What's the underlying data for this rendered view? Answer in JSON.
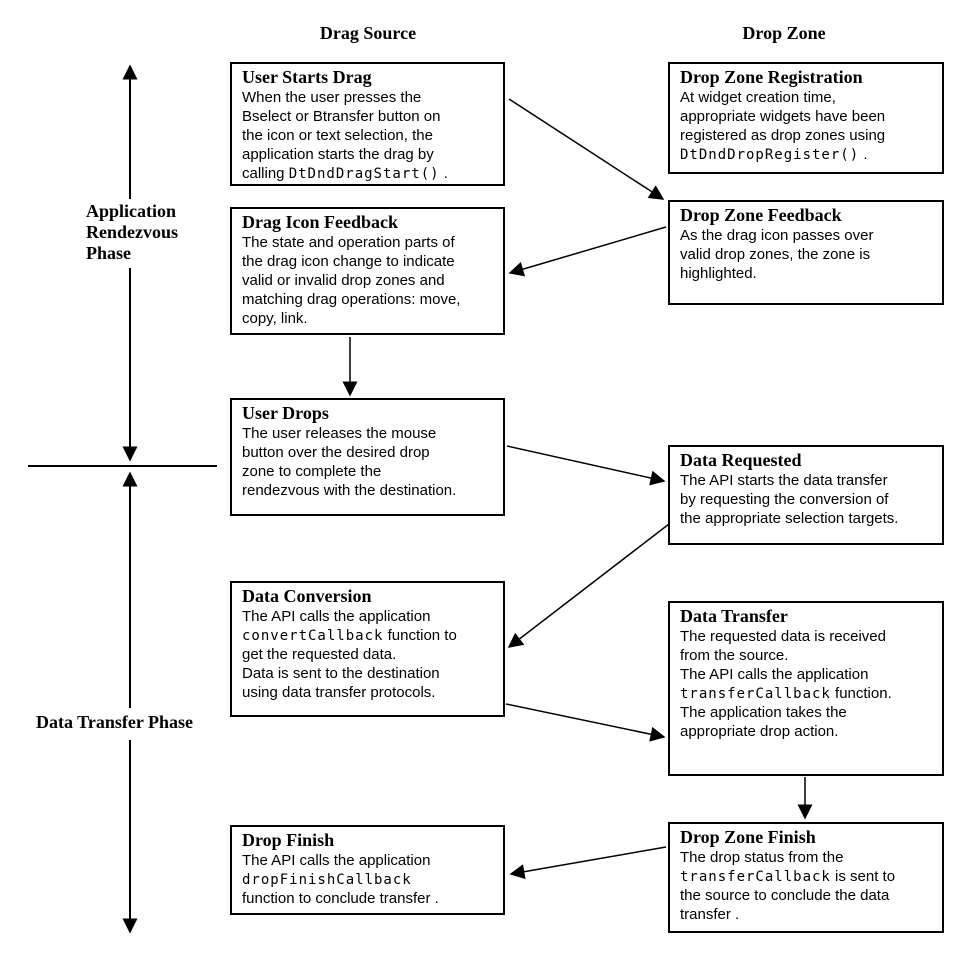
{
  "headers": {
    "left": "Drag Source",
    "right": "Drop Zone"
  },
  "phases": {
    "rendezvous": {
      "line1": "Application",
      "line2": "Rendezvous",
      "line3": "Phase"
    },
    "transfer": {
      "line1": "Data Transfer Phase"
    }
  },
  "colors": {
    "ink": "#000000",
    "background": "#ffffff"
  },
  "boxes": [
    {
      "id": "user-starts-drag",
      "title": "User Starts Drag",
      "body": [
        [
          {
            "t": "text",
            "v": "When the user presses the"
          }
        ],
        [
          {
            "t": "text",
            "v": "Bselect or Btransfer button on"
          }
        ],
        [
          {
            "t": "text",
            "v": "the icon or text selection, the"
          }
        ],
        [
          {
            "t": "text",
            "v": "application starts the drag by"
          }
        ],
        [
          {
            "t": "text",
            "v": "calling "
          },
          {
            "t": "code",
            "v": "DtDndDragStart()"
          },
          {
            "t": "text",
            "v": " ."
          }
        ]
      ]
    },
    {
      "id": "drop-zone-registration",
      "title": "Drop Zone Registration",
      "body": [
        [
          {
            "t": "text",
            "v": "At widget creation time,"
          }
        ],
        [
          {
            "t": "text",
            "v": "appropriate widgets have been"
          }
        ],
        [
          {
            "t": "text",
            "v": "registered as drop zones using"
          }
        ],
        [
          {
            "t": "code",
            "v": "DtDndDropRegister()"
          },
          {
            "t": "text",
            "v": " ."
          }
        ]
      ]
    },
    {
      "id": "drag-icon-feedback",
      "title": "Drag Icon Feedback",
      "body": [
        [
          {
            "t": "text",
            "v": "The state and operation parts of"
          }
        ],
        [
          {
            "t": "text",
            "v": "the drag icon change to indicate"
          }
        ],
        [
          {
            "t": "text",
            "v": "valid or invalid drop zones and"
          }
        ],
        [
          {
            "t": "text",
            "v": "matching drag operations: move,"
          }
        ],
        [
          {
            "t": "text",
            "v": "copy, link."
          }
        ]
      ]
    },
    {
      "id": "drop-zone-feedback",
      "title": "Drop Zone Feedback",
      "body": [
        [
          {
            "t": "text",
            "v": "As the drag icon passes over"
          }
        ],
        [
          {
            "t": "text",
            "v": "valid drop zones, the zone is"
          }
        ],
        [
          {
            "t": "text",
            "v": "highlighted."
          }
        ]
      ]
    },
    {
      "id": "user-drops",
      "title": "User Drops",
      "body": [
        [
          {
            "t": "text",
            "v": "The user releases the mouse"
          }
        ],
        [
          {
            "t": "text",
            "v": "button over the desired drop"
          }
        ],
        [
          {
            "t": "text",
            "v": "zone to complete the"
          }
        ],
        [
          {
            "t": "text",
            "v": "rendezvous with the destination."
          }
        ]
      ]
    },
    {
      "id": "data-requested",
      "title": "Data Requested",
      "body": [
        [
          {
            "t": "text",
            "v": "The API starts the data transfer"
          }
        ],
        [
          {
            "t": "text",
            "v": "by requesting the conversion of"
          }
        ],
        [
          {
            "t": "text",
            "v": "the appropriate selection targets."
          }
        ]
      ]
    },
    {
      "id": "data-conversion",
      "title": "Data Conversion",
      "body": [
        [
          {
            "t": "text",
            "v": "The API calls the application"
          }
        ],
        [
          {
            "t": "code",
            "v": "convertCallback"
          },
          {
            "t": "text",
            "v": " function to"
          }
        ],
        [
          {
            "t": "text",
            "v": "get the requested data."
          }
        ],
        [
          {
            "t": "text",
            "v": "Data is sent to the destination"
          }
        ],
        [
          {
            "t": "text",
            "v": "using data transfer protocols."
          }
        ]
      ]
    },
    {
      "id": "data-transfer",
      "title": "Data Transfer",
      "body": [
        [
          {
            "t": "text",
            "v": "The requested data is received"
          }
        ],
        [
          {
            "t": "text",
            "v": "from the source."
          }
        ],
        [
          {
            "t": "text",
            "v": "The API calls the application"
          }
        ],
        [
          {
            "t": "code",
            "v": "transferCallback"
          },
          {
            "t": "text",
            "v": " function."
          }
        ],
        [
          {
            "t": "text",
            "v": "The application takes the"
          }
        ],
        [
          {
            "t": "text",
            "v": "appropriate drop action."
          }
        ]
      ]
    },
    {
      "id": "drop-finish",
      "title": "Drop Finish",
      "body": [
        [
          {
            "t": "text",
            "v": "The API calls the application"
          }
        ],
        [
          {
            "t": "code",
            "v": "dropFinishCallback"
          }
        ],
        [
          {
            "t": "text",
            "v": "function to conclude transfer ."
          }
        ]
      ]
    },
    {
      "id": "drop-zone-finish",
      "title": "Drop Zone Finish",
      "body": [
        [
          {
            "t": "text",
            "v": "The drop status from the"
          }
        ],
        [
          {
            "t": "code",
            "v": "transferCallback"
          },
          {
            "t": "text",
            "v": " is sent to"
          }
        ],
        [
          {
            "t": "text",
            "v": "the source to conclude the data"
          }
        ],
        [
          {
            "t": "text",
            "v": "transfer ."
          }
        ]
      ]
    }
  ]
}
